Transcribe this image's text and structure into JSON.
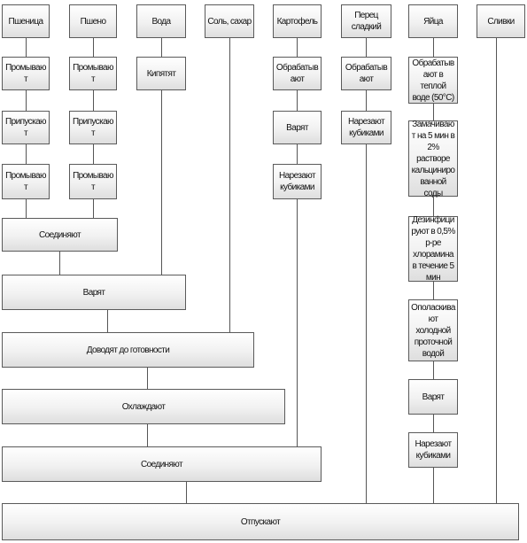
{
  "colors": {
    "box_border": "#5a5a5a",
    "box_fill_top": "#ffffff",
    "box_fill_bottom": "#dedede",
    "connector": "#555555",
    "text": "#111111"
  },
  "diagram": {
    "nodes": {
      "wheat": "Пшеница",
      "millet": "Пшено",
      "water": "Вода",
      "salt_sugar": "Соль, сахар",
      "potato": "Картофель",
      "bell_pepper": "Перец сладкий",
      "eggs": "Яйца",
      "cream": "Сливки",
      "wheat_wash": "Промывают",
      "millet_wash": "Промывают",
      "water_boil": "Кипятят",
      "potato_process": "Обрабатывают",
      "pepper_process": "Обрабатывают",
      "eggs_process": "Обрабатывают в теплой воде (50°С)",
      "wheat_scald": "Припускают",
      "millet_scald": "Припускают",
      "potato_boil": "Варят",
      "pepper_cut": "Нарезают кубиками",
      "eggs_soak": "Замачивают на 5 мин в 2% растворе кальцинированной соды",
      "wheat_rinse": "Промывают",
      "millet_rinse": "Промывают",
      "potato_cut": "Нарезают кубиками",
      "eggs_disinfect": "Дезинфицируют в 0,5% р-ре хлорамина в течение 5 мин",
      "grains_combine": "Соединяют",
      "eggs_cool": "Ополаскивают холодной проточной водой",
      "cook": "Варят",
      "bring_ready": "Доводят до готовности",
      "eggs_boil": "Варят",
      "cool": "Охлаждают",
      "eggs_cut": "Нарезают кубиками",
      "combine": "Соединяют",
      "serve": "Отпускают"
    }
  }
}
